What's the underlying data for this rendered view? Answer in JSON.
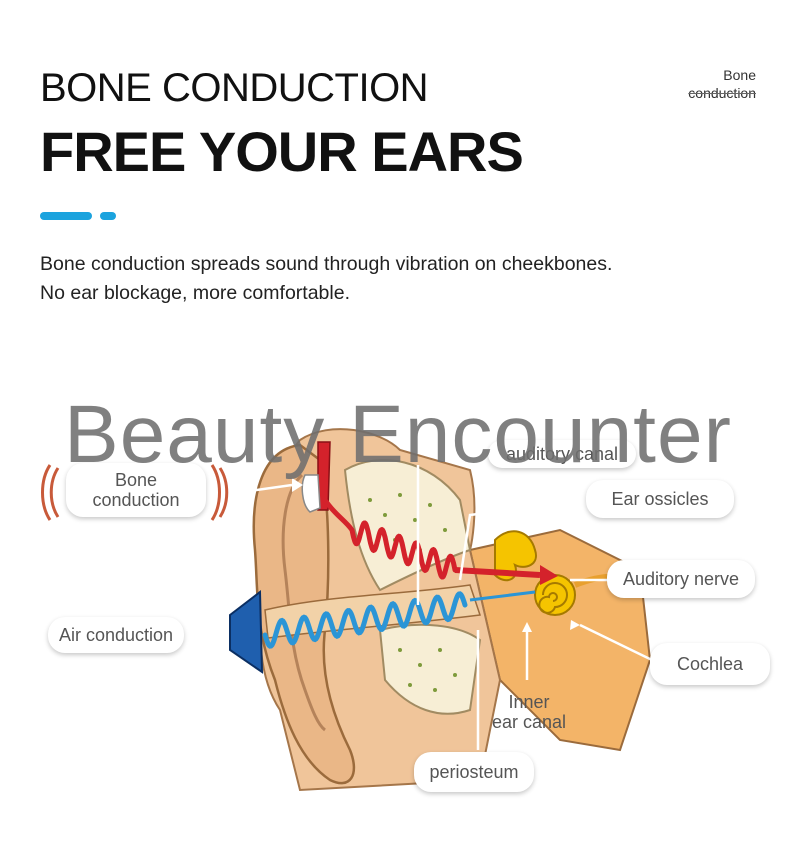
{
  "header": {
    "title_line1": "BONE CONDUCTION",
    "title_line2": "FREE YOUR EARS",
    "badge_line1": "Bone",
    "badge_line2": "conduction"
  },
  "description": {
    "line1": "Bone conduction spreads sound through vibration on cheekbones.",
    "line2": "No ear blockage, more comfortable."
  },
  "colors": {
    "accent": "#1ba3de",
    "vibration_red": "#d4222b",
    "sound_blue": "#2b95d6",
    "skin": "#f0c59a",
    "cochlea": "#f5c400",
    "speaker": "#1f5fae"
  },
  "diagram": {
    "labels": {
      "bone_conduction_line1": "Bone",
      "bone_conduction_line2": "conduction",
      "air_conduction": "Air conduction",
      "auditory_canal": "auditory canal",
      "ear_ossicles": "Ear ossicles",
      "auditory_nerve": "Auditory nerve",
      "cochlea": "Cochlea",
      "inner_ear_canal_line1": "Inner",
      "inner_ear_canal_line2": "ear canal",
      "periosteum": "periosteum"
    }
  },
  "watermark": "Beauty Encounter"
}
